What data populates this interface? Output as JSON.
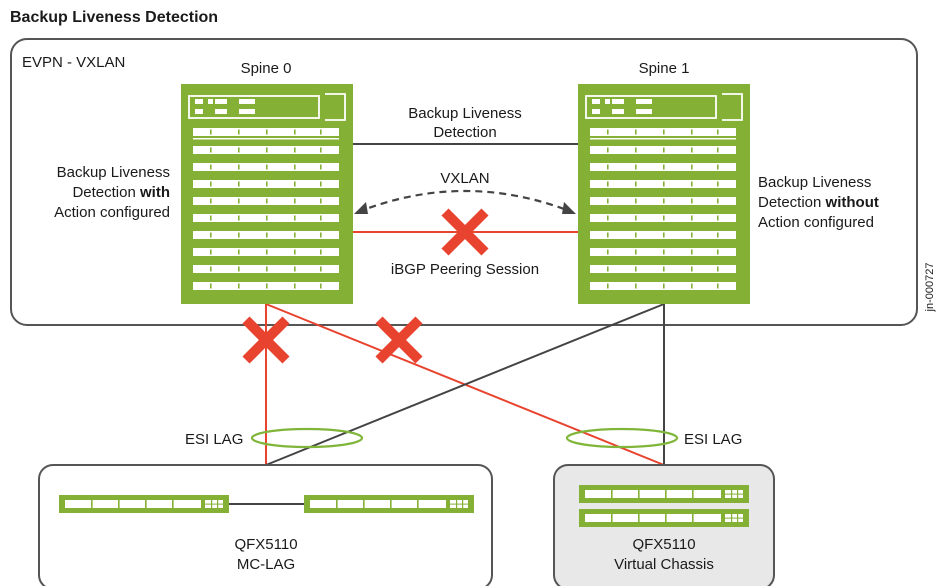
{
  "title": "Backup Liveness Detection",
  "evpn_label": "EVPN - VXLAN",
  "spine0": {
    "label": "Spine 0"
  },
  "spine1": {
    "label": "Spine 1"
  },
  "annotations": {
    "top_link": [
      "Backup Liveness",
      "Detection"
    ],
    "vxlan": "VXLAN",
    "ibgp": "iBGP Peering Session",
    "left_note": {
      "line1": "Backup Liveness",
      "line2_pre": "Detection ",
      "line2_bold": "with",
      "line3": "Action configured"
    },
    "right_note": {
      "line1": "Backup Liveness",
      "line2_pre": "Detection ",
      "line2_bold": "without",
      "line3": "Action configured"
    }
  },
  "lag_left": "ESI LAG",
  "lag_right": "ESI LAG",
  "mclag": {
    "lines": [
      "QFX5110",
      "MC-LAG"
    ]
  },
  "vc": {
    "lines": [
      "QFX5110",
      "Virtual Chassis"
    ]
  },
  "figure_id": "jn-000727",
  "colors": {
    "switch_green": "#84b135",
    "link_red": "#e8432e",
    "cross_red": "#e8432e",
    "lag_green": "#7fb538",
    "box_border": "#555555",
    "vc_fill": "#e8e8e8"
  }
}
